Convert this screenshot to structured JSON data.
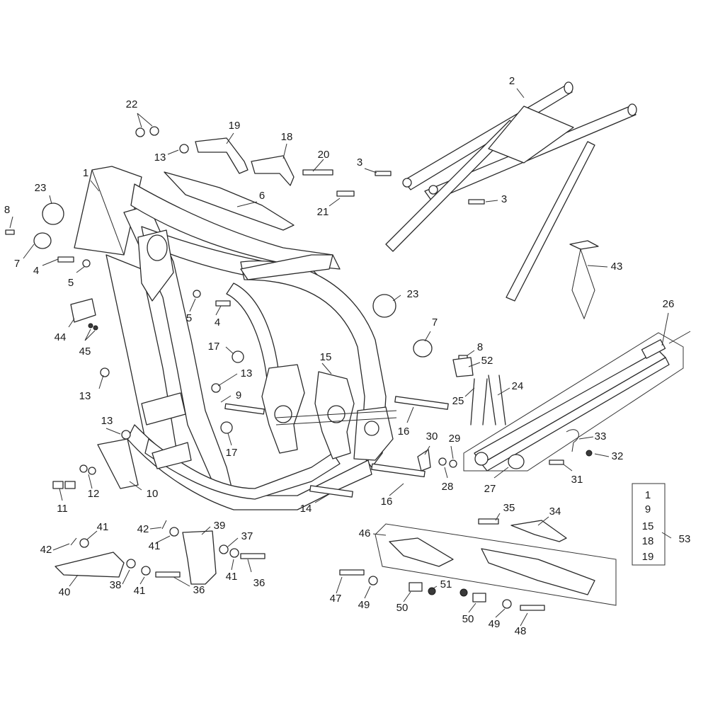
{
  "callouts": {
    "c1": "1",
    "c2": "2",
    "c3a": "3",
    "c3b": "3",
    "c4a": "4",
    "c4b": "4",
    "c5a": "5",
    "c5b": "5",
    "c6": "6",
    "c7a": "7",
    "c7b": "7",
    "c8a": "8",
    "c8b": "8",
    "c9": "9",
    "c10": "10",
    "c11": "11",
    "c12": "12",
    "c13a": "13",
    "c13b": "13",
    "c13c": "13",
    "c13d": "13",
    "c14": "14",
    "c15": "15",
    "c16a": "16",
    "c16b": "16",
    "c17a": "17",
    "c17b": "17",
    "c18": "18",
    "c19": "19",
    "c20": "20",
    "c21": "21",
    "c22": "22",
    "c23a": "23",
    "c23b": "23",
    "c24": "24",
    "c25": "25",
    "c26": "26",
    "c27": "27",
    "c28": "28",
    "c29": "29",
    "c30": "30",
    "c31": "31",
    "c32": "32",
    "c33": "33",
    "c34": "34",
    "c35": "35",
    "c36a": "36",
    "c36b": "36",
    "c37": "37",
    "c38": "38",
    "c39": "39",
    "c40": "40",
    "c41a": "41",
    "c41b": "41",
    "c41c": "41",
    "c41d": "41",
    "c42a": "42",
    "c42b": "42",
    "c43": "43",
    "c44": "44",
    "c45": "45",
    "c46": "46",
    "c47": "47",
    "c48": "48",
    "c49a": "49",
    "c49b": "49",
    "c50a": "50",
    "c50b": "50",
    "c51": "51",
    "c52": "52",
    "c53": "53"
  },
  "kit_53": {
    "items": [
      "1",
      "9",
      "15",
      "18",
      "19"
    ]
  }
}
